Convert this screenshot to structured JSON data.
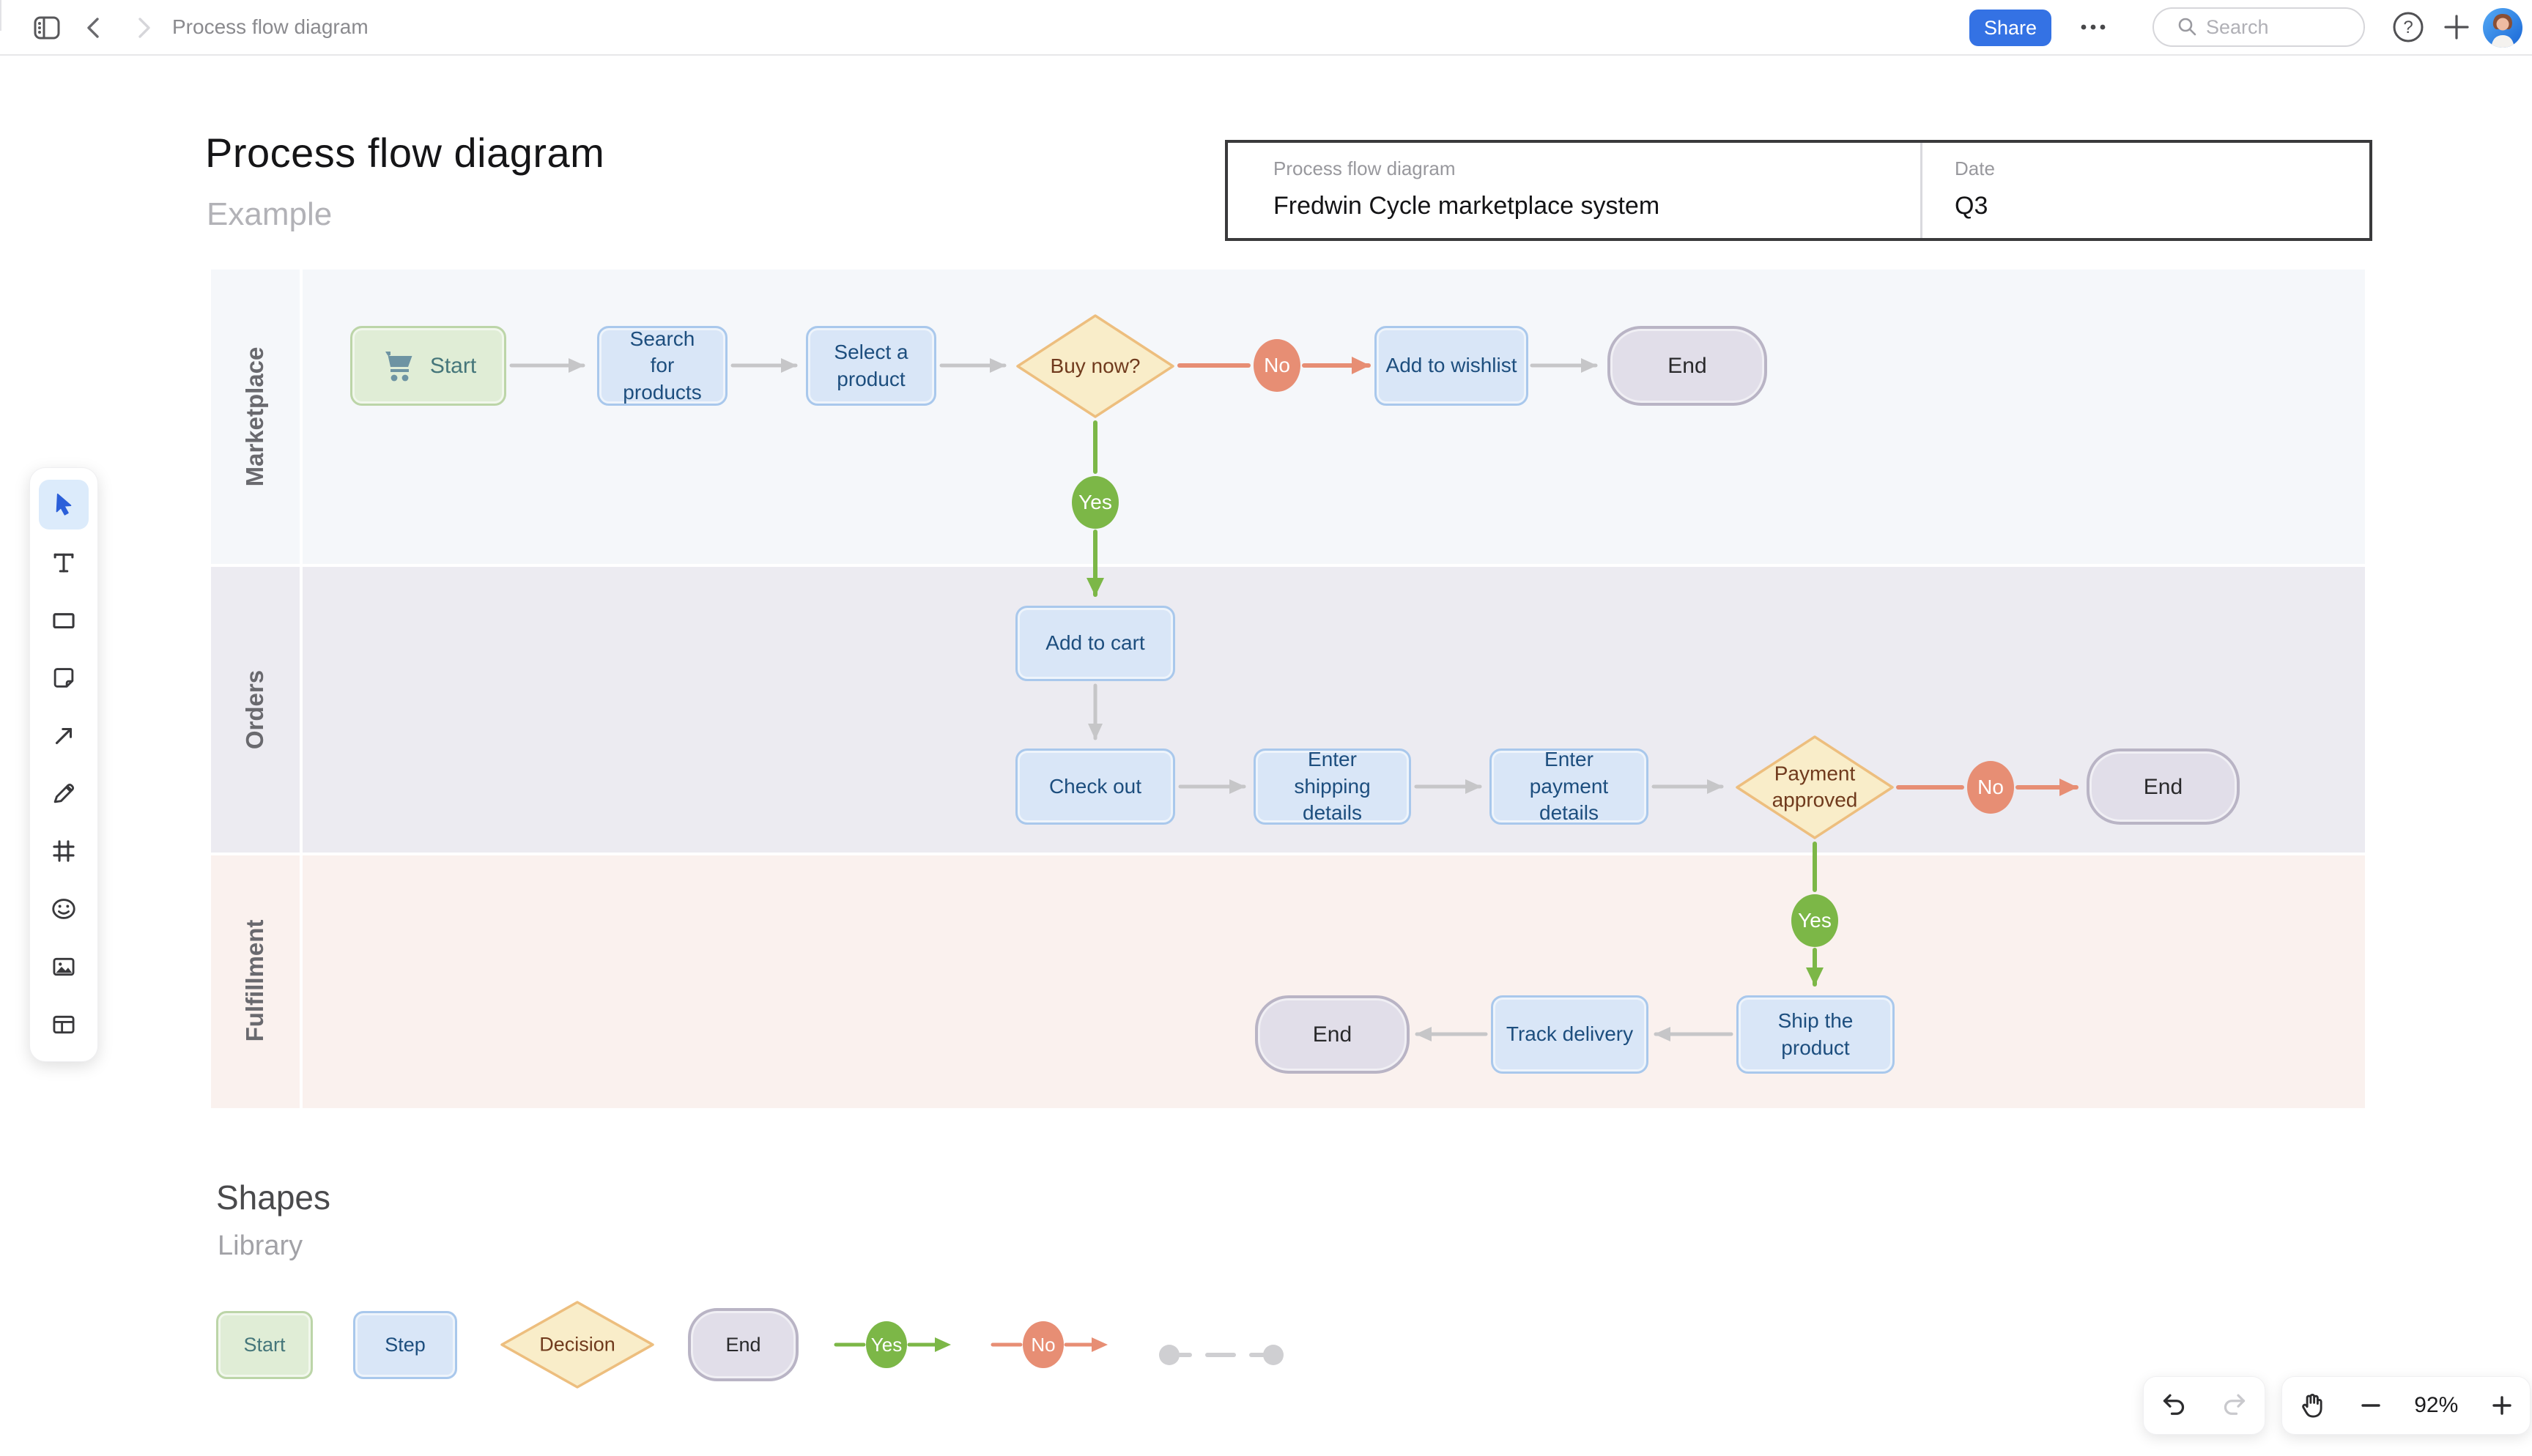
{
  "topbar": {
    "title": "Process flow diagram",
    "share_label": "Share",
    "search_placeholder": "Search"
  },
  "header": {
    "title": "Process flow diagram",
    "subtitle": "Example"
  },
  "info_table": {
    "col1_label": "Process flow diagram",
    "col1_value": "Fredwin Cycle marketplace system",
    "col2_label": "Date",
    "col2_value": "Q3"
  },
  "diagram": {
    "lanes": [
      {
        "label": "Marketplace"
      },
      {
        "label": "Orders"
      },
      {
        "label": "Fulfillment"
      }
    ],
    "nodes": {
      "start": "Start",
      "search_products": "Search for products",
      "select_product": "Select a product",
      "buy_now": "Buy now?",
      "no_buy": "No",
      "add_wishlist": "Add to wishlist",
      "end_marketplace": "End",
      "yes_buy": "Yes",
      "add_to_cart": "Add to cart",
      "check_out": "Check out",
      "enter_shipping": "Enter shipping details",
      "enter_payment": "Enter payment details",
      "payment_approved": "Payment approved",
      "no_payment": "No",
      "end_orders": "End",
      "yes_payment": "Yes",
      "ship_product": "Ship the product",
      "track_delivery": "Track delivery",
      "end_fulfillment": "End"
    }
  },
  "library": {
    "title": "Shapes",
    "subtitle": "Library",
    "items": {
      "start": "Start",
      "step": "Step",
      "decision": "Decision",
      "end": "End",
      "yes": "Yes",
      "no": "No"
    }
  },
  "controls": {
    "zoom_level": "92%"
  },
  "colors": {
    "accent_blue": "#3472e4",
    "start_fill": "#e0edd6",
    "start_border": "#bcd5a8",
    "start_text": "#45767a",
    "step_fill": "#d9e6f7",
    "step_border": "#a9c8ec",
    "step_text": "#1d4e7e",
    "decision_fill": "#f9edc9",
    "decision_border": "#edbe7e",
    "decision_text": "#703a1d",
    "end_fill": "#e1dee9",
    "end_border": "#b9b4c5",
    "yes_green": "#7cb747",
    "no_salmon": "#e78e74",
    "arrow_gray": "#c6c6c8",
    "lane_marketplace": "#f5f7fa",
    "lane_orders": "#ecebf1",
    "lane_fulfillment": "#faf1ee"
  }
}
